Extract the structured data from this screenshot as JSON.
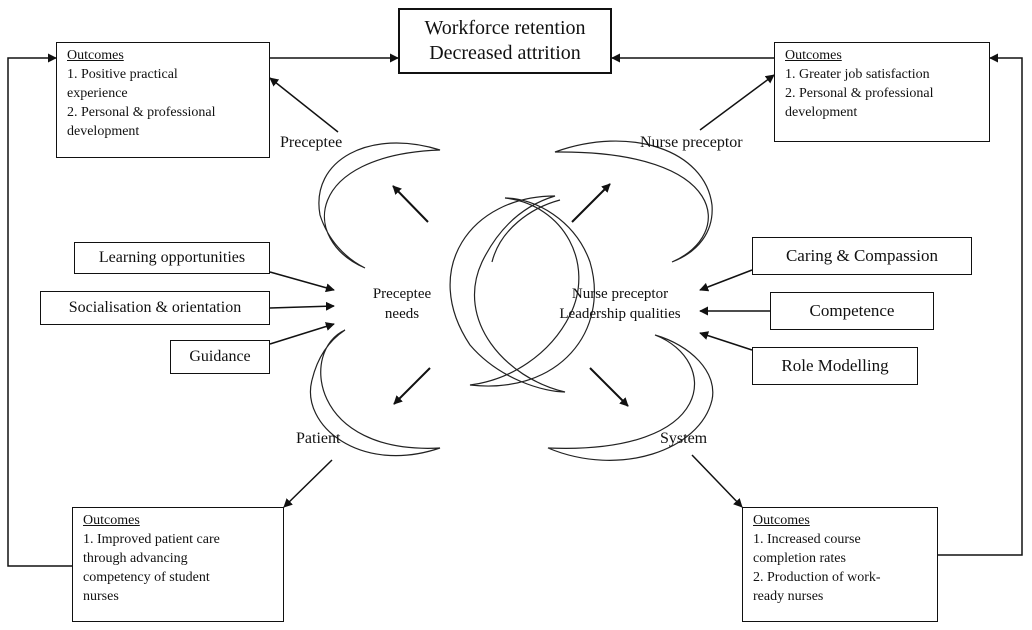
{
  "top_box": {
    "line1": "Workforce retention",
    "line2": "Decreased attrition"
  },
  "outcomes": {
    "preceptee": {
      "title": "Outcomes",
      "items": [
        "1. Positive practical",
        "experience",
        "2. Personal & professional",
        "development"
      ]
    },
    "preceptor": {
      "title": "Outcomes",
      "items": [
        "1. Greater job satisfaction",
        "2. Personal & professional",
        "development"
      ]
    },
    "patient": {
      "title": "Outcomes",
      "items": [
        "1. Improved patient care",
        "through advancing",
        "competency of student",
        "nurses"
      ]
    },
    "system": {
      "title": "Outcomes",
      "items": [
        "1. Increased course",
        "completion rates",
        "2. Production of work-",
        "ready nurses"
      ]
    }
  },
  "quadrants": {
    "preceptee": "Preceptee",
    "preceptor": "Nurse preceptor",
    "patient": "Patient",
    "system": "System"
  },
  "center": {
    "preceptee_needs": [
      "Preceptee",
      "needs"
    ],
    "preceptor_qualities": [
      "Nurse preceptor",
      "Leadership qualities"
    ]
  },
  "needs_inputs": [
    "Learning opportunities",
    "Socialisation & orientation",
    "Guidance"
  ],
  "qualities_inputs": [
    "Caring & Compassion",
    "Competence",
    "Role Modelling"
  ]
}
